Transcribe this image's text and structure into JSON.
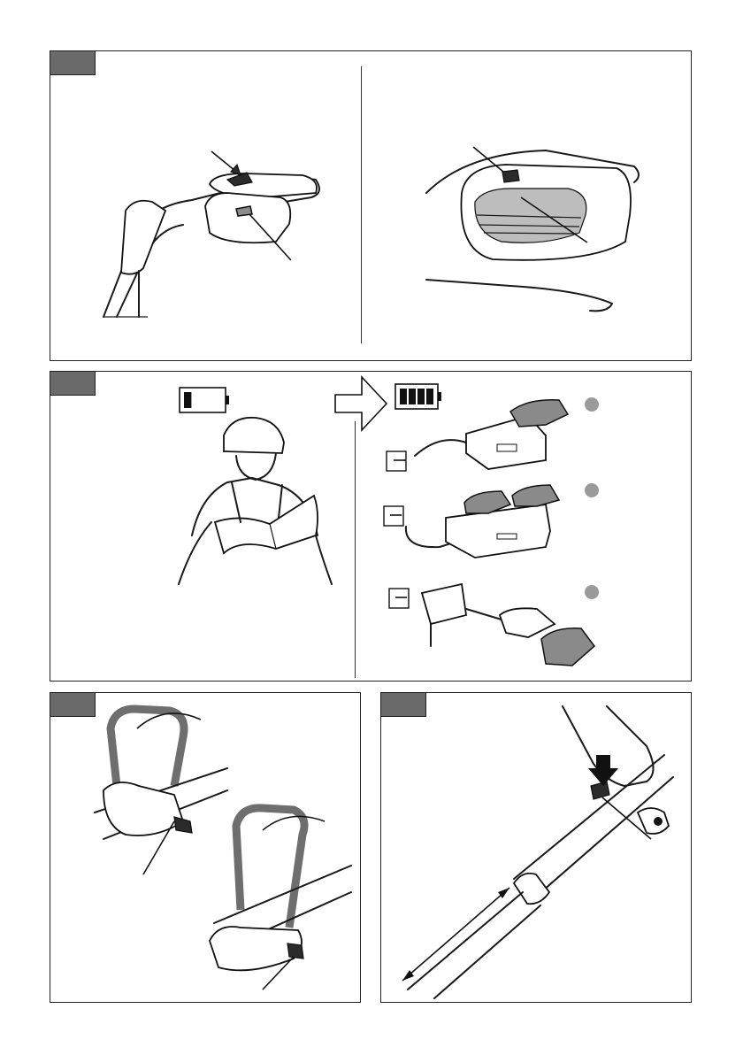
{
  "panels": [
    {
      "id": "panel-1",
      "tag": ""
    },
    {
      "id": "panel-2",
      "tag": ""
    },
    {
      "id": "panel-3",
      "tag": ""
    },
    {
      "id": "panel-4",
      "tag": ""
    }
  ],
  "battery_indicators": {
    "low": {
      "level": 0.25
    },
    "full": {
      "level": 1.0
    }
  },
  "charger_options": [
    "",
    "",
    ""
  ],
  "colors": {
    "tag_fill": "#6a6a6a",
    "line": "#1a1a1a",
    "battery_grey": "#8a8a8a",
    "option_dot": "#9a9a9a"
  }
}
